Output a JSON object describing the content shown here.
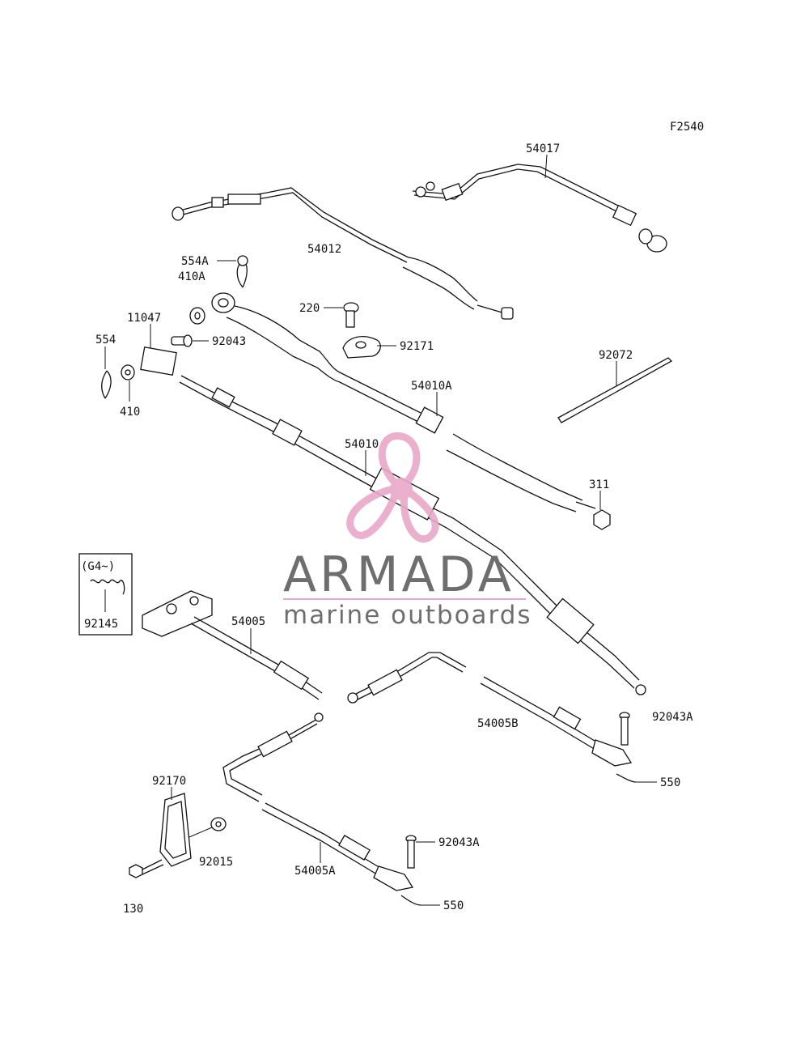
{
  "diagram": {
    "figure_code": "F2540",
    "part_labels": [
      "54017",
      "54012",
      "554A",
      "410A",
      "220",
      "92171",
      "11047",
      "92043",
      "554",
      "410",
      "92072",
      "54010A",
      "54010",
      "311",
      "(G4~)",
      "92145",
      "54005",
      "92043A",
      "54005B",
      "550",
      "92170",
      "92015",
      "130",
      "92043A",
      "54005A",
      "550"
    ]
  },
  "watermark": {
    "brand": "ARMADA",
    "tagline": "marine outboards",
    "logo": "propeller-logo-icon",
    "accent_color": "#e8a8c8",
    "text_color": "#6e6e6e",
    "rule_color": "#e8a8c8"
  }
}
